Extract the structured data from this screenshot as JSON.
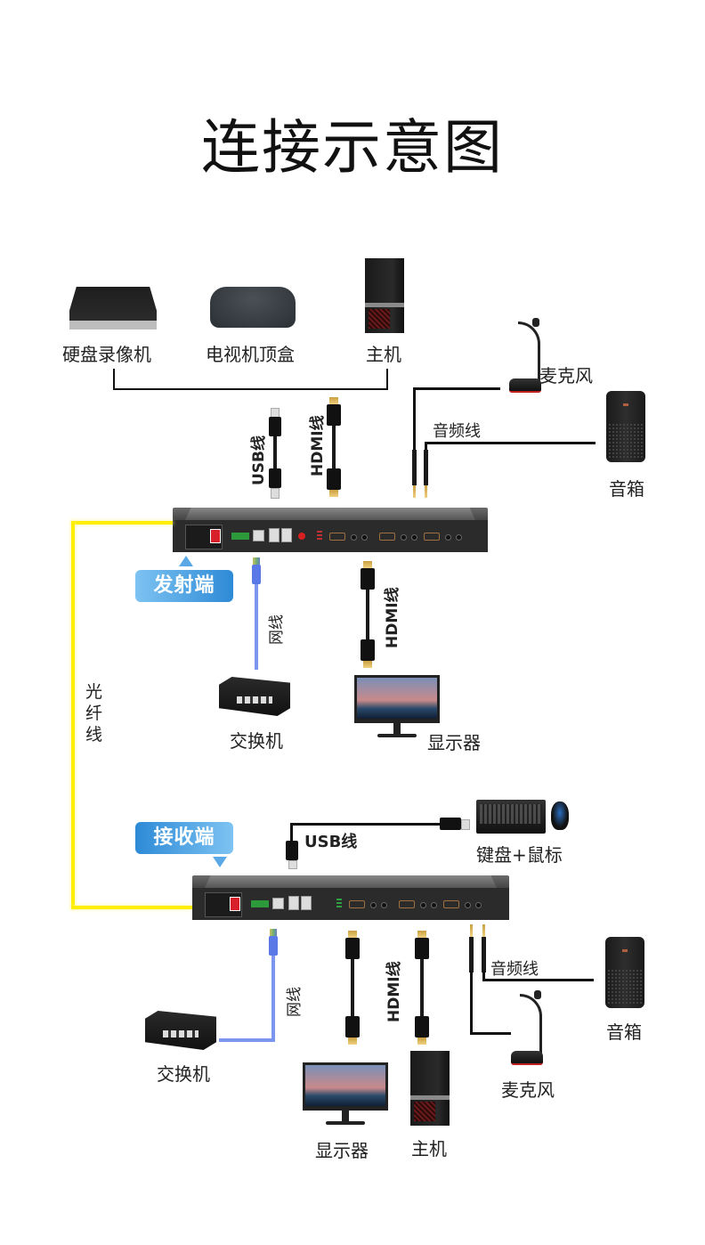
{
  "title": "连接示意图",
  "transmitter": {
    "badge": "发射端",
    "sources": [
      {
        "name": "nvr",
        "label": "硬盘录像机"
      },
      {
        "name": "set-top-box",
        "label": "电视机顶盒"
      },
      {
        "name": "pc-host",
        "label": "主机"
      }
    ],
    "microphone_label": "麦克风",
    "speaker_label": "音箱",
    "audio_cable_label": "音频线",
    "usb_cable_label": "USB线",
    "hdmi_in_cable_label": "HDMI线",
    "network_cable_label": "网线",
    "hdmi_out_cable_label": "HDMI线",
    "switch_label": "交换机",
    "monitor_label": "显示器"
  },
  "fiber_label": [
    "光",
    "纤",
    "线"
  ],
  "receiver": {
    "badge": "接收端",
    "usb_cable_label": "USB线",
    "keyboard_mouse_label": "键盘+鼠标",
    "audio_cable_label": "音频线",
    "speaker_label": "音箱",
    "microphone_label": "麦克风",
    "network_cable_label": "网线",
    "switch_label": "交换机",
    "hdmi_cable_label": "HDMI线",
    "monitor_label": "显示器",
    "pc_label": "主机"
  },
  "colors": {
    "fiber": "#ffee00",
    "network": "#7b95f0",
    "badge_blue": "#2e8ad6",
    "cable": "#111111"
  }
}
